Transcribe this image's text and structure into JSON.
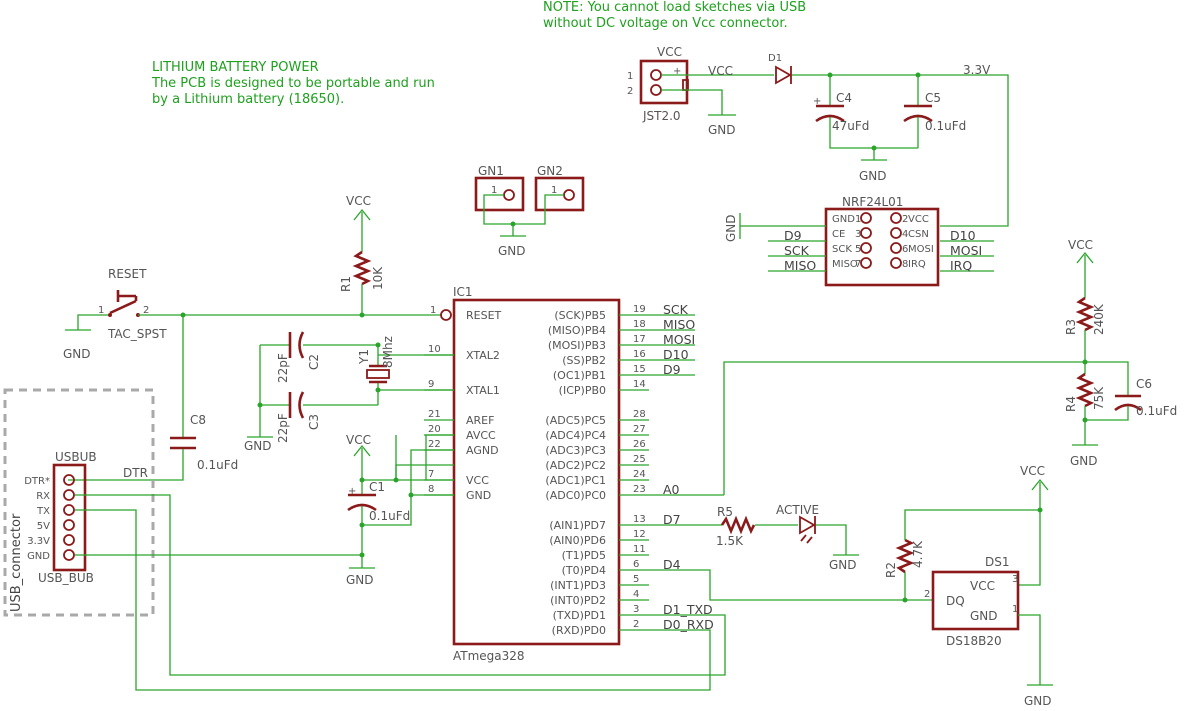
{
  "notes": {
    "usb_note": [
      "NOTE: You cannot load sketches via USB",
      "without DC voltage on Vcc connector."
    ],
    "battery_note": [
      "LITHIUM BATTERY POWER",
      "The PCB is designed to be portable and run",
      "by a Lithium battery (18650)."
    ]
  },
  "labels": {
    "vcc": "VCC",
    "gnd": "GND",
    "v33": "3.3V",
    "jst_name": "JST2.0",
    "d1": "D1",
    "c4": "C4",
    "c4_val": "47uFd",
    "c5": "C5",
    "c5_val": "0.1uFd",
    "gn1": "GN1",
    "gn2": "GN2",
    "nrf": "NRF24L01",
    "reset_sw": "RESET",
    "tac": "TAC_SPST",
    "r1": "R1",
    "r1_val": "10K",
    "ic1": "IC1",
    "mcu": "ATmega328",
    "y1": "Y1",
    "y1_val": "8Mhz",
    "c2": "C2",
    "c3": "C3",
    "c22p": "22pF",
    "c8": "C8",
    "c8_val": "0.1uFd",
    "c1": "C1",
    "c1_val": "0.1uFd",
    "usbub": "USBUB",
    "usb_bub": "USB_BUB",
    "usb_connector": "USB_connector",
    "dtr": "DTR",
    "r3": "R3",
    "r3_val": "240K",
    "r4": "R4",
    "r4_val": "75K",
    "c6": "C6",
    "c6_val": "0.1uFd",
    "r5": "R5",
    "r5_val": "1.5K",
    "active": "ACTIVE",
    "r2": "R2",
    "r2_val": "4.7K",
    "ds1": "DS1",
    "ds18b20": "DS18B20",
    "dq": "DQ"
  },
  "jst_pins": [
    "1",
    "2"
  ],
  "gn_pin": "1",
  "nrf_pins": [
    {
      "l": "GND",
      "ln": "1",
      "r": "VCC",
      "rn": "2"
    },
    {
      "l": "CE",
      "ln": "3",
      "r": "CSN",
      "rn": "4"
    },
    {
      "l": "SCK",
      "ln": "5",
      "r": "MOSI",
      "rn": "6"
    },
    {
      "l": "MISO",
      "ln": "7",
      "r": "IRQ",
      "rn": "8"
    }
  ],
  "nrf_nets_left": [
    "D9",
    "SCK",
    "MISO"
  ],
  "nrf_nets_right": [
    "D10",
    "MOSI",
    "IRQ"
  ],
  "switch_pins": [
    "1",
    "2"
  ],
  "mcu_left": [
    {
      "name": "RESET",
      "num": "1"
    },
    {
      "name": "XTAL2",
      "num": "10"
    },
    {
      "name": "XTAL1",
      "num": "9"
    },
    {
      "name": "AREF",
      "num": "21"
    },
    {
      "name": "AVCC",
      "num": "20"
    },
    {
      "name": "AGND",
      "num": "22"
    },
    {
      "name": "VCC",
      "num": "7"
    },
    {
      "name": "GND",
      "num": "8"
    }
  ],
  "mcu_right": [
    {
      "name": "(SCK)PB5",
      "num": "19",
      "net": "SCK"
    },
    {
      "name": "(MISO)PB4",
      "num": "18",
      "net": "MISO"
    },
    {
      "name": "(MOSI)PB3",
      "num": "17",
      "net": "MOSI"
    },
    {
      "name": "(SS)PB2",
      "num": "16",
      "net": "D10"
    },
    {
      "name": "(OC1)PB1",
      "num": "15",
      "net": "D9"
    },
    {
      "name": "(ICP)PB0",
      "num": "14",
      "net": ""
    },
    {
      "name": "(ADC5)PC5",
      "num": "28",
      "net": ""
    },
    {
      "name": "(ADC4)PC4",
      "num": "27",
      "net": ""
    },
    {
      "name": "(ADC3)PC3",
      "num": "26",
      "net": ""
    },
    {
      "name": "(ADC2)PC2",
      "num": "25",
      "net": ""
    },
    {
      "name": "(ADC1)PC1",
      "num": "24",
      "net": ""
    },
    {
      "name": "(ADC0)PC0",
      "num": "23",
      "net": "A0"
    },
    {
      "name": "(AIN1)PD7",
      "num": "13",
      "net": "D7"
    },
    {
      "name": "(AIN0)PD6",
      "num": "12",
      "net": ""
    },
    {
      "name": "(T1)PD5",
      "num": "11",
      "net": ""
    },
    {
      "name": "(T0)PD4",
      "num": "6",
      "net": "D4"
    },
    {
      "name": "(INT1)PD3",
      "num": "5",
      "net": ""
    },
    {
      "name": "(INT0)PD2",
      "num": "4",
      "net": ""
    },
    {
      "name": "(TXD)PD1",
      "num": "3",
      "net": "D1_TXD"
    },
    {
      "name": "(RXD)PD0",
      "num": "2",
      "net": "D0_RXD"
    }
  ],
  "usb_pins": [
    "DTR*",
    "RX",
    "TX",
    "5V",
    "3.3V",
    "GND"
  ],
  "ds_pins": {
    "vcc": "VCC",
    "vcc_num": "3",
    "dq_num": "2",
    "gnd": "GND",
    "gnd_num": "1"
  }
}
